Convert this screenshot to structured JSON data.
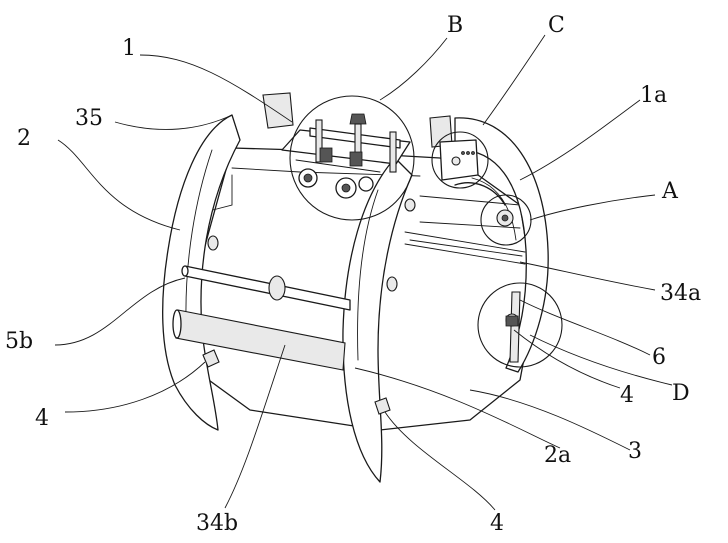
{
  "labels": {
    "l_1": "1",
    "l_B": "B",
    "l_C": "C",
    "l_1a": "1a",
    "l_35": "35",
    "l_2": "2",
    "l_A": "A",
    "l_34a": "34a",
    "l_5b": "5b",
    "l_6": "6",
    "l_4_right": "4",
    "l_D": "D",
    "l_4_left": "4",
    "l_3": "3",
    "l_2a": "2a",
    "l_34b": "34b",
    "l_4_bottom": "4"
  }
}
